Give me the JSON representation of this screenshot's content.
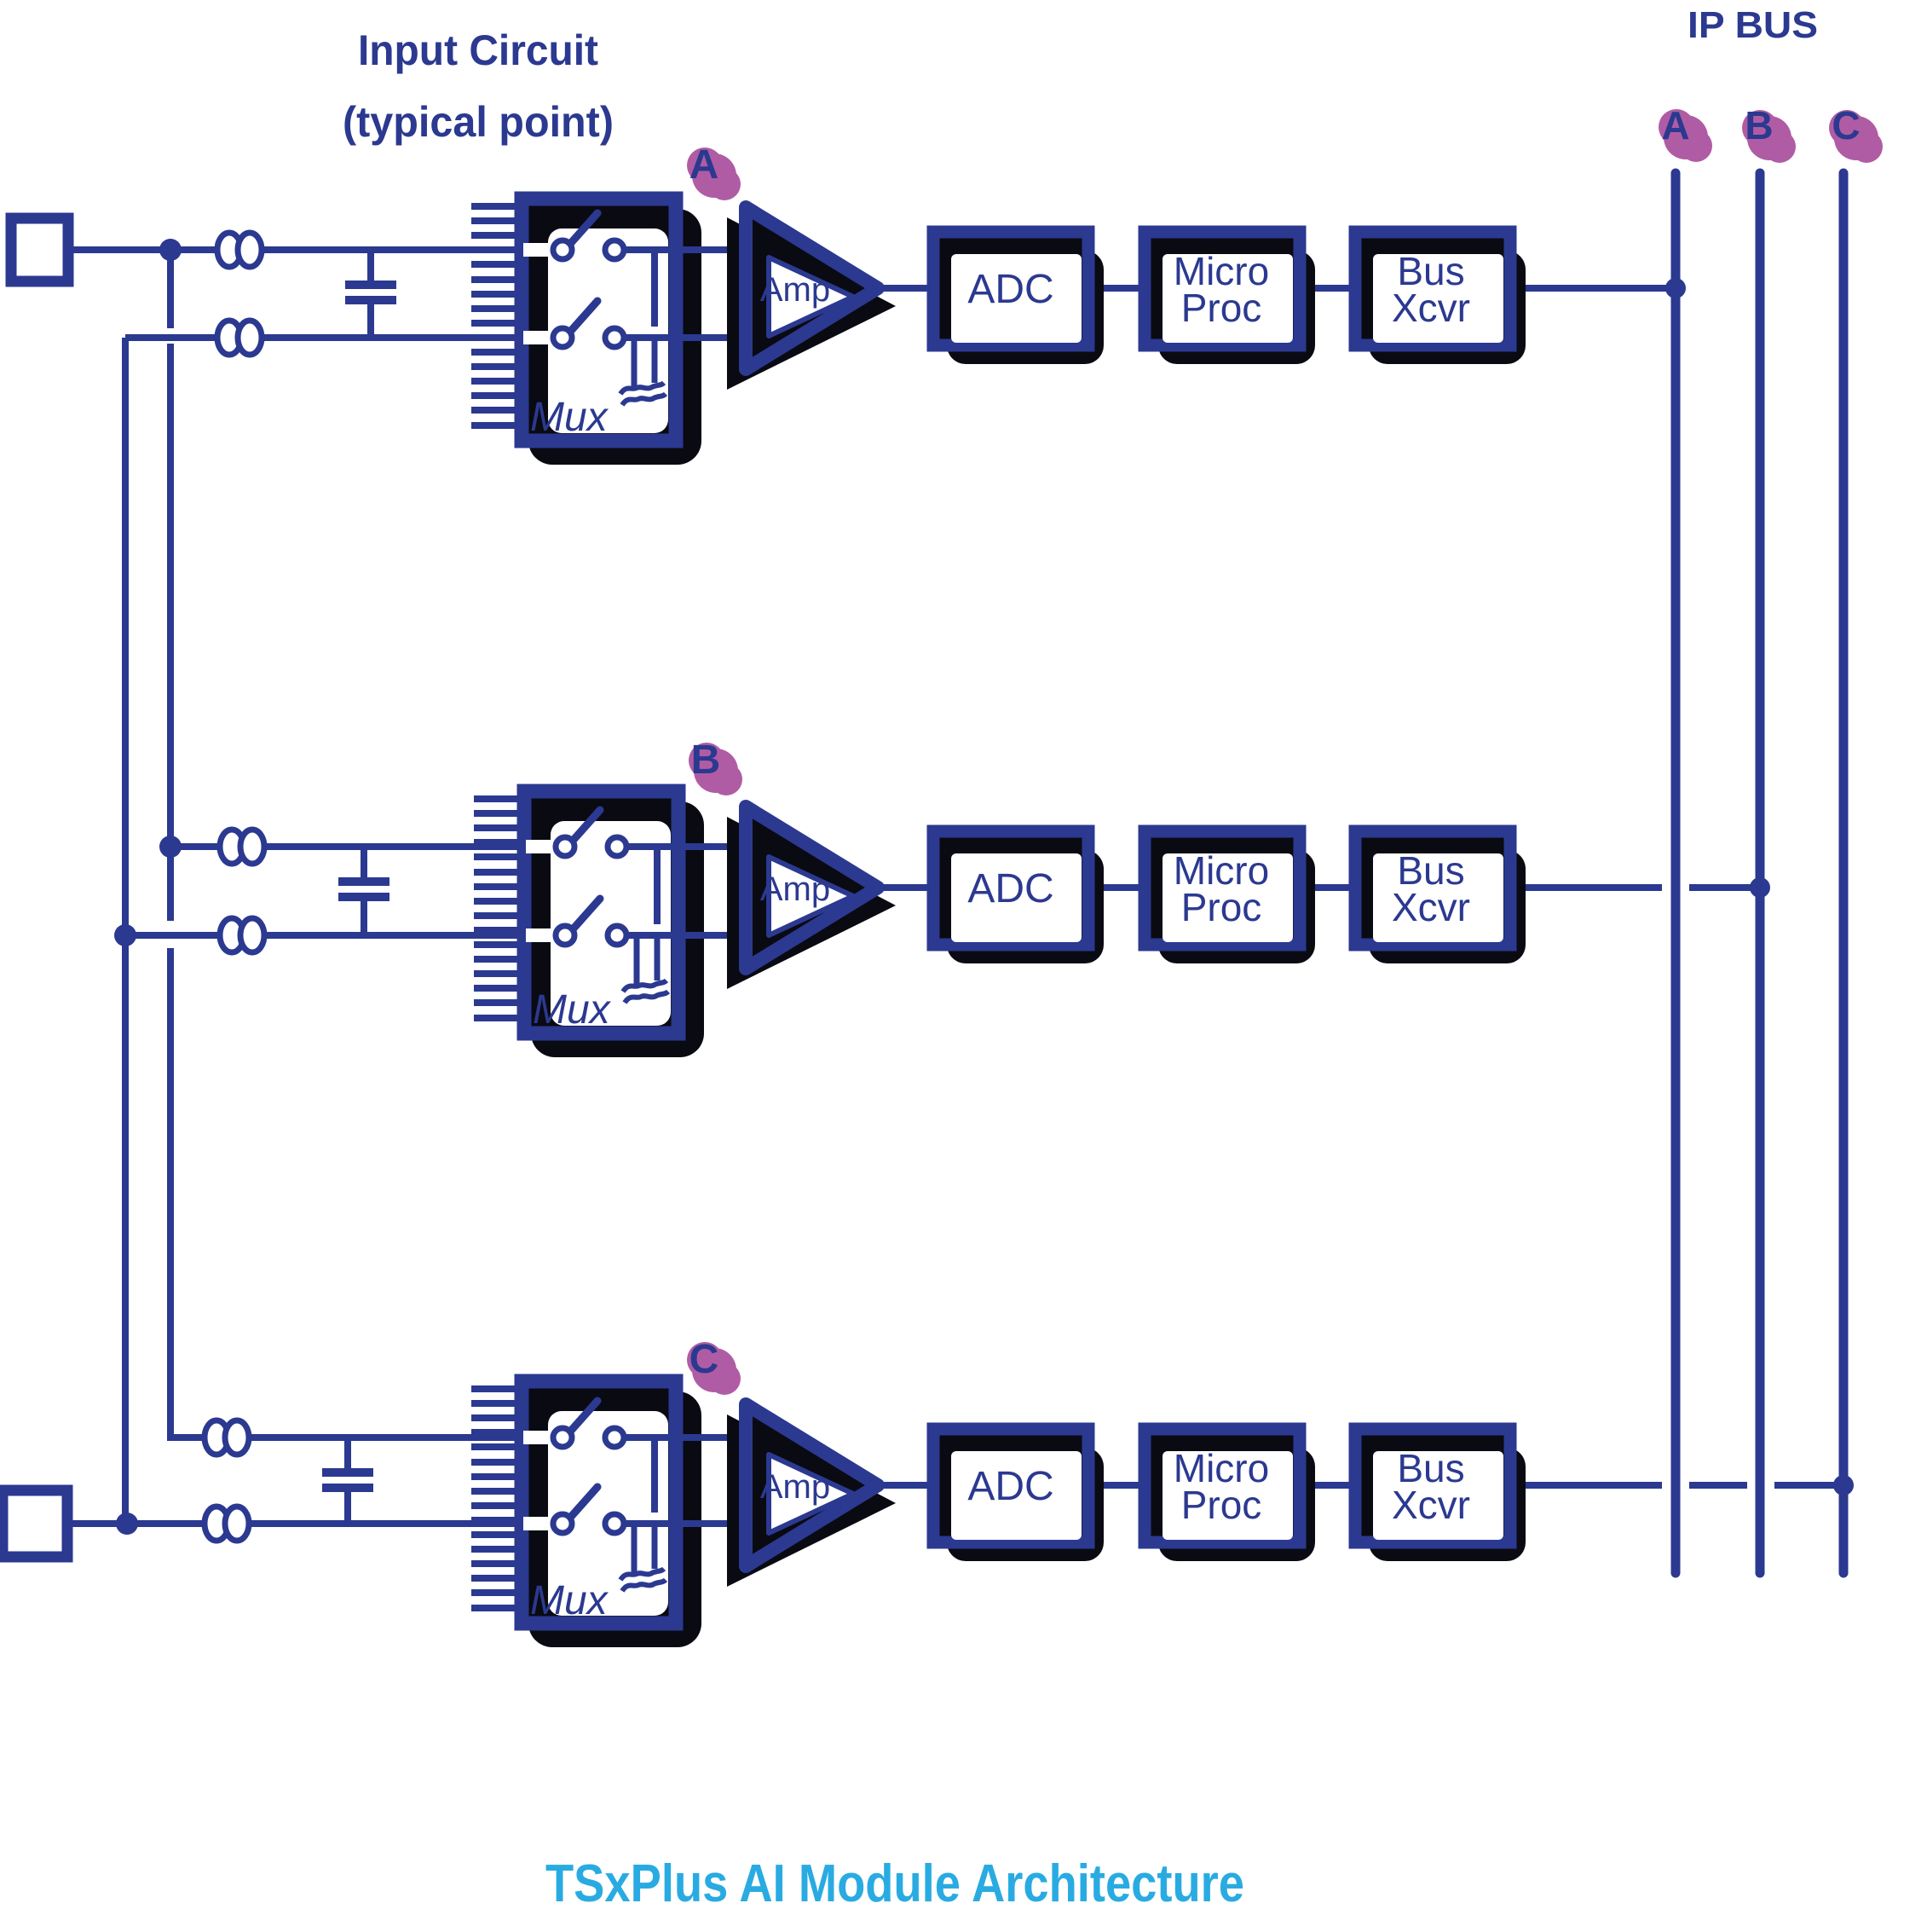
{
  "title": "TSxPlus AI Module Architecture",
  "headers": {
    "input_circuit_line1": "Input Circuit",
    "input_circuit_line2": "(typical point)",
    "ip_bus": "IP BUS"
  },
  "blocks": {
    "mux": "Mux",
    "amp": "Amp",
    "adc": "ADC",
    "micro_line1": "Micro",
    "micro_line2": "Proc",
    "xcvr_line1": "Bus",
    "xcvr_line2": "Xcvr"
  },
  "channels": [
    {
      "label": "A"
    },
    {
      "label": "B"
    },
    {
      "label": "C"
    }
  ],
  "bus_lines": [
    {
      "label": "A"
    },
    {
      "label": "B"
    },
    {
      "label": "C"
    }
  ],
  "colors": {
    "ink": "#2B3990",
    "shadow": "#0A0A12",
    "highlight": "#B05CA4",
    "title": "#29ABE2",
    "paper": "#FFFFFF"
  }
}
